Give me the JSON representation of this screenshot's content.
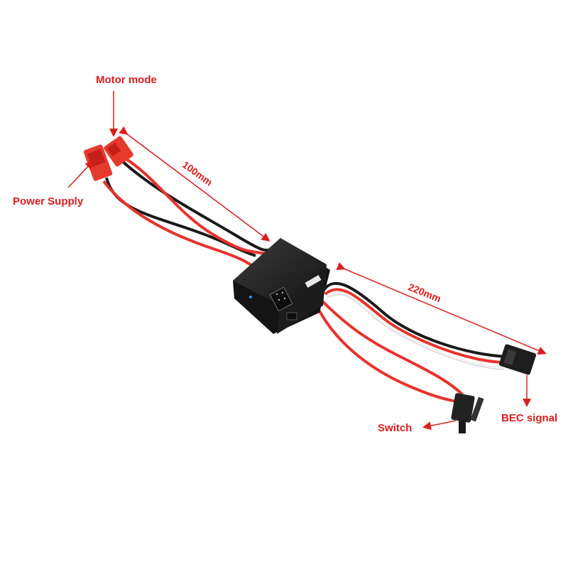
{
  "labels": {
    "motor_mode": "Motor mode",
    "power_supply": "Power Supply",
    "switch": "Switch",
    "bec_signal": "BEC signal"
  },
  "dimensions": {
    "top": "100mm",
    "right": "220mm"
  },
  "colors": {
    "annotation": "#e11c1c",
    "wire_red": "#e8322c",
    "wire_black": "#1a1a1a",
    "wire_white": "#f2f2f2",
    "module_body": "#222222"
  }
}
